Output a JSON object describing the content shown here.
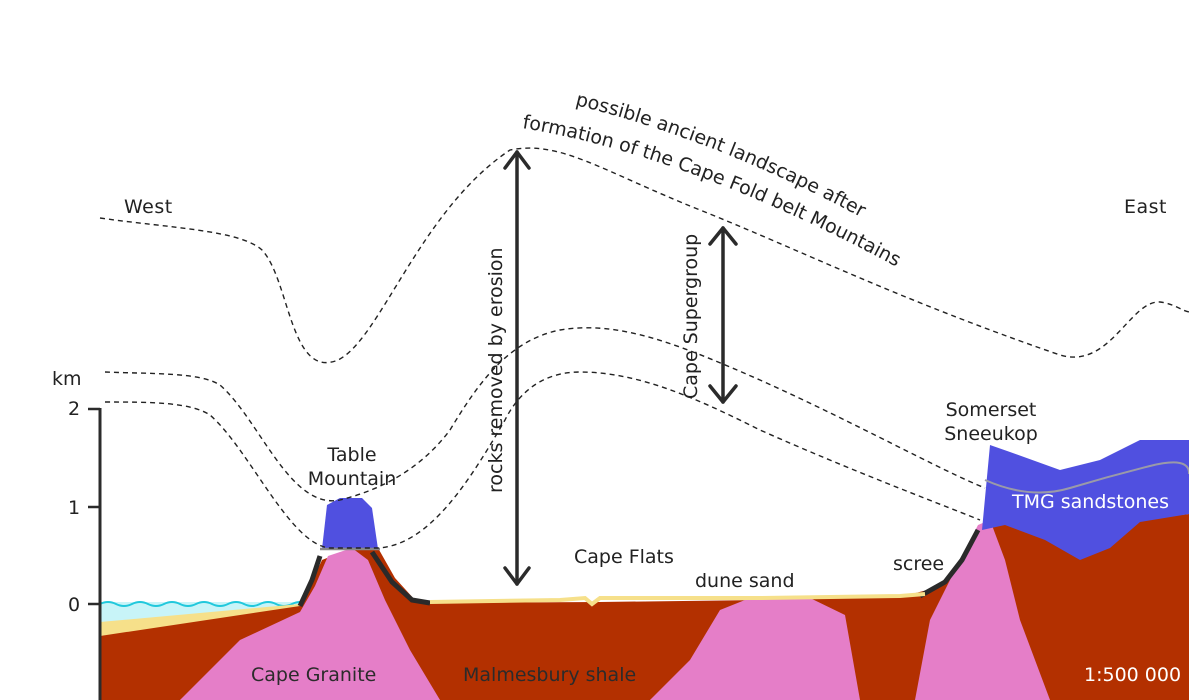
{
  "directions": {
    "west": "West",
    "east": "East"
  },
  "axis": {
    "unit": "km",
    "ticks": [
      "2",
      "1",
      "0"
    ]
  },
  "annotations": {
    "ancient_landscape_line1": "possible ancient landscape after",
    "ancient_landscape_line2": "formation of the Cape Fold belt Mountains",
    "rocks_removed": "rocks removed by erosion",
    "cape_supergroup": "Cape Supergroup",
    "table_mountain_1": "Table",
    "table_mountain_2": "Mountain",
    "somerset_1": "Somerset",
    "somerset_2": "Sneeukop",
    "cape_flats": "Cape Flats",
    "dune_sand": "dune sand",
    "scree": "scree",
    "tmg_sandstones": "TMG sandstones",
    "cape_granite": "Cape Granite",
    "malmesbury_shale": "Malmesbury shale",
    "scale": "1:500 000"
  },
  "colors": {
    "shale": "#b33000",
    "granite": "#e57ec8",
    "sandstone": "#5050e0",
    "sea": "#c8f4f8",
    "sand": "#f6e08a",
    "scree": "#2a2a2a"
  }
}
